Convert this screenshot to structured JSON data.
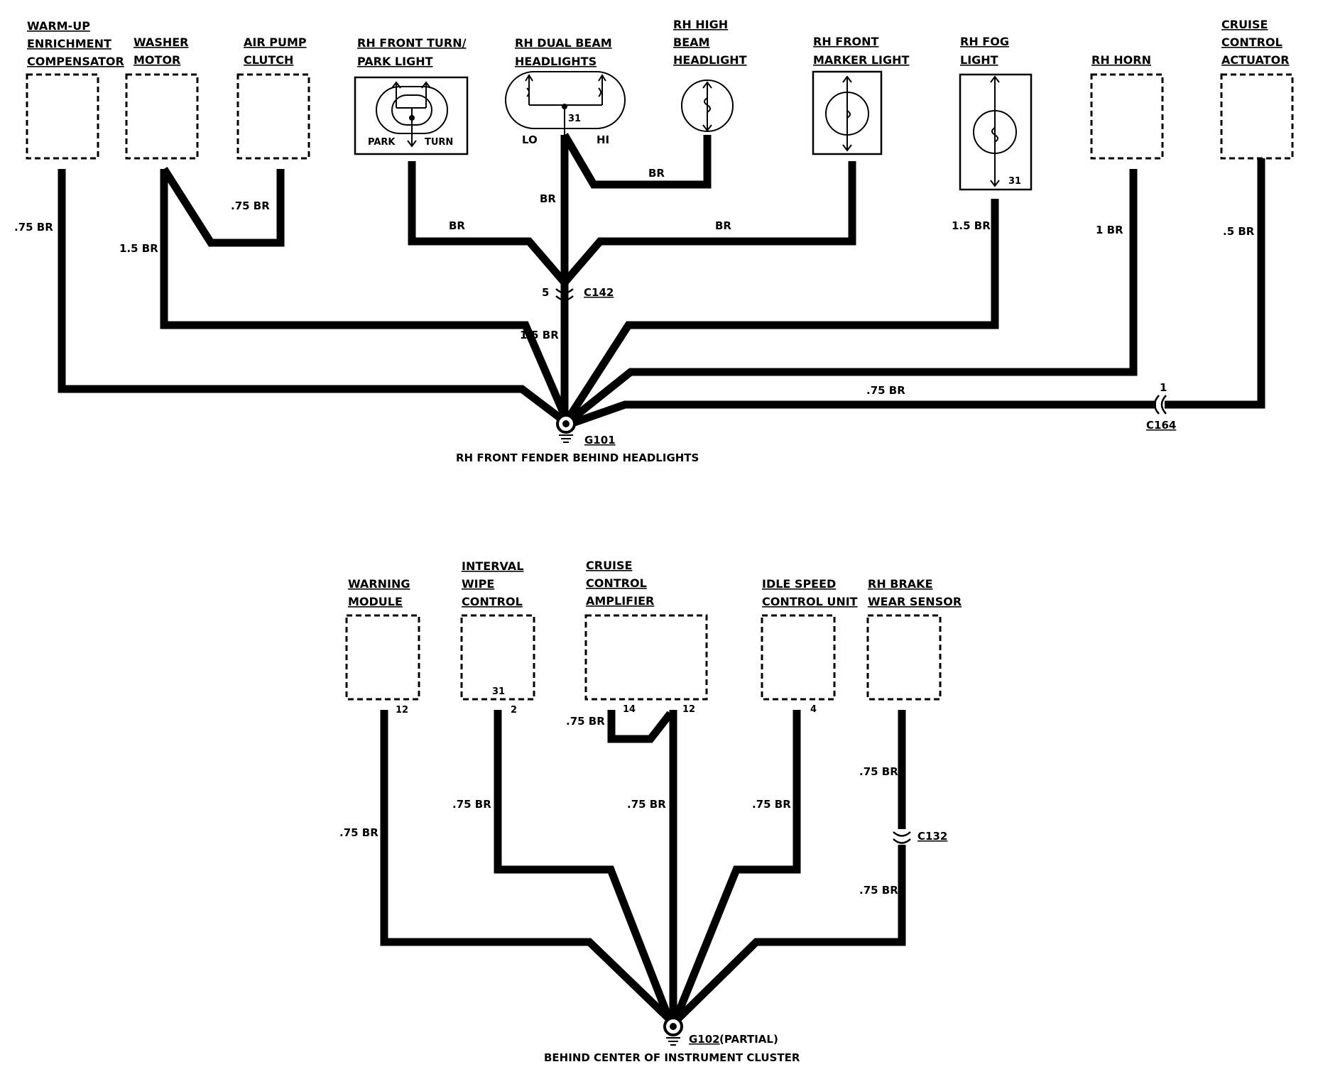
{
  "components_top": {
    "warmup": [
      "WARM-UP",
      "ENRICHMENT",
      "COMPENSATOR"
    ],
    "washer": [
      "WASHER",
      "MOTOR"
    ],
    "airpump": [
      "AIR PUMP",
      "CLUTCH"
    ],
    "turnpark": [
      "RH FRONT TURN/",
      "PARK LIGHT"
    ],
    "dualbeam": [
      "RH DUAL BEAM",
      "HEADLIGHTS"
    ],
    "highbeam": [
      "RH HIGH",
      "BEAM",
      "HEADLIGHT"
    ],
    "marker": [
      "RH FRONT",
      "MARKER LIGHT"
    ],
    "fog": [
      "RH FOG",
      "LIGHT"
    ],
    "horn": [
      "RH HORN"
    ],
    "cruise_act": [
      "CRUISE",
      "CONTROL",
      "ACTUATOR"
    ]
  },
  "component_inner_labels": {
    "park": "PARK",
    "turn": "TURN",
    "lo": "LO",
    "hi": "HI",
    "dual_pin": "31",
    "fog_pin": "31"
  },
  "wire_labels_top": {
    "warmup": ".75 BR",
    "washer": "1.5 BR",
    "airpump": ".75 BR",
    "turn_br": "BR",
    "dual_br": "BR",
    "high_br": "BR",
    "marker_br": "BR",
    "fog": "1.5 BR",
    "horn": "1 BR",
    "cruise": ".5 BR",
    "main": "1.5 BR",
    "c164_wire": ".75 BR"
  },
  "connectors": {
    "c142": "C142",
    "c142_pin": "5",
    "c164": "C164",
    "c164_pin": "1",
    "c132": "C132"
  },
  "ground_top": {
    "id": "G101",
    "location": "RH FRONT FENDER BEHIND HEADLIGHTS"
  },
  "components_bottom": {
    "warning": [
      "WARNING",
      "MODULE"
    ],
    "wipe": [
      "INTERVAL",
      "WIPE",
      "CONTROL"
    ],
    "cruise_amp": [
      "CRUISE",
      "CONTROL",
      "AMPLIFIER"
    ],
    "idle": [
      "IDLE SPEED",
      "CONTROL UNIT"
    ],
    "brake": [
      "RH BRAKE",
      "WEAR SENSOR"
    ]
  },
  "pins_bottom": {
    "warning": "12",
    "wipe_inner": "31",
    "wipe": "2",
    "amp_a": "14",
    "amp_b": "12",
    "idle": "4"
  },
  "wire_labels_bottom": {
    "warning": ".75 BR",
    "wipe": ".75 BR",
    "amp_jumper": ".75 BR",
    "amp": ".75 BR",
    "idle": ".75 BR",
    "brake_upper": ".75 BR",
    "brake_lower": ".75 BR"
  },
  "ground_bottom": {
    "id": "G102",
    "suffix": "(PARTIAL)",
    "location": "BEHIND CENTER OF INSTRUMENT CLUSTER"
  }
}
